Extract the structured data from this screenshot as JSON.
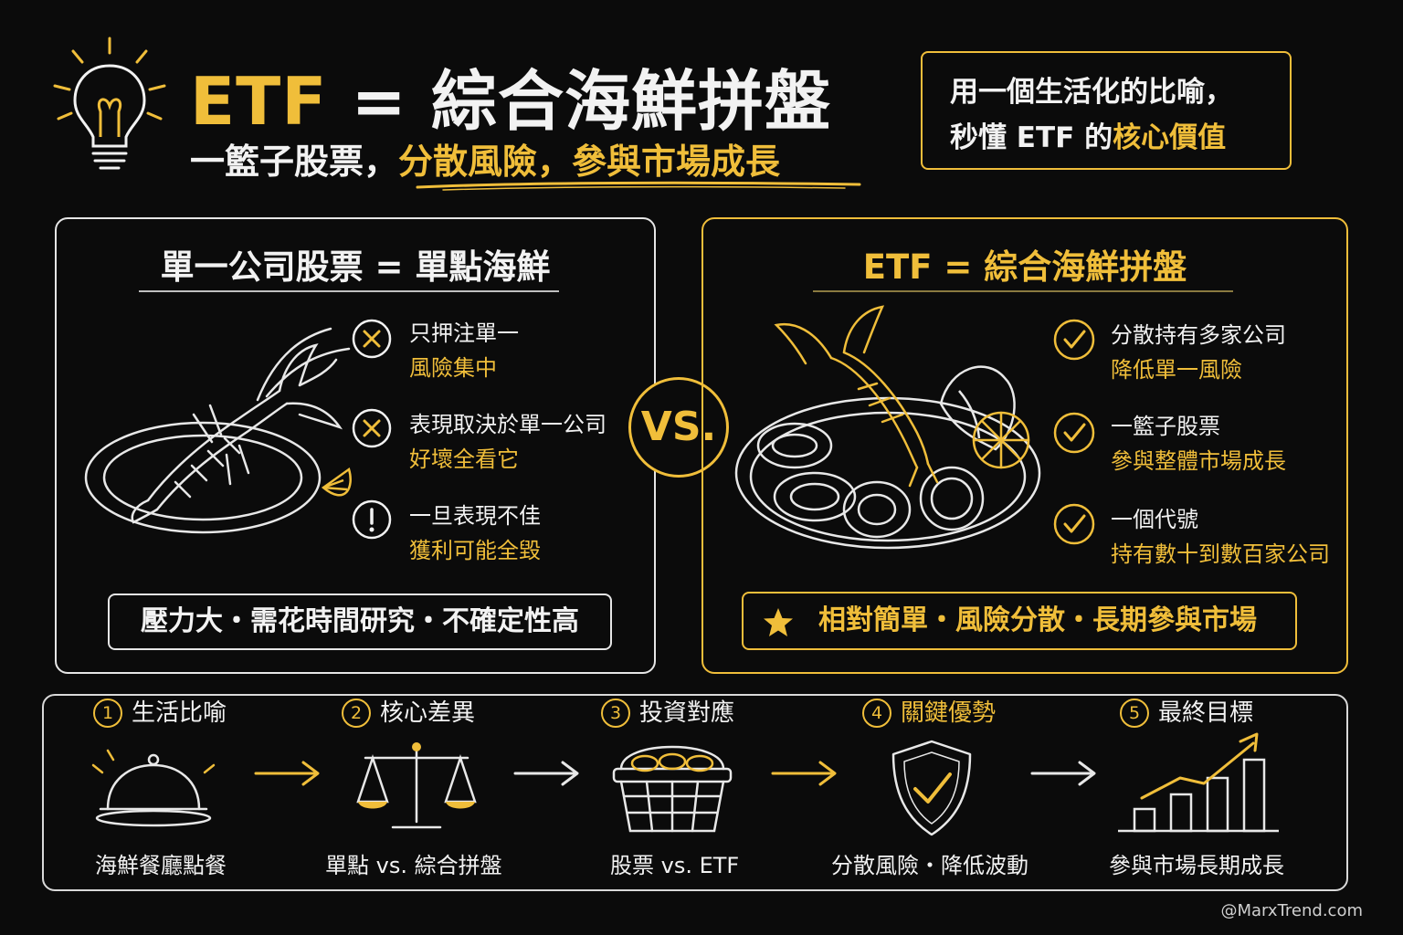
{
  "header": {
    "title_etf": "ETF",
    "title_eq": " = ",
    "title_rest": "綜合海鮮拼盤",
    "subtitle_a": "一籃子股票，",
    "subtitle_b": "分散風險，參與市場成長",
    "intro_line1": "用一個生活化的比喻，",
    "intro_line2a": "秒懂 ETF 的",
    "intro_line2b": "核心價值"
  },
  "left_panel": {
    "title": "單一公司股票 = 單點海鮮",
    "points": [
      {
        "icon": "x-circle-icon",
        "line1": "只押注單一",
        "line2": "風險集中"
      },
      {
        "icon": "x-circle-icon",
        "line1": "表現取決於單一公司",
        "line2": "好壞全看它"
      },
      {
        "icon": "exclamation-circle-icon",
        "line1": "一旦表現不佳",
        "line2": "獲利可能全毀"
      }
    ],
    "footer": "壓力大・需花時間研究・不確定性高"
  },
  "vs_label": "VS.",
  "right_panel": {
    "title": "ETF = 綜合海鮮拼盤",
    "points": [
      {
        "icon": "check-circle-icon",
        "line1": "分散持有多家公司",
        "line2": "降低單一風險"
      },
      {
        "icon": "check-circle-icon",
        "line1": "一籃子股票",
        "line2": "參與整體市場成長"
      },
      {
        "icon": "check-circle-icon",
        "line1": "一個代號",
        "line2": "持有數十到數百家公司"
      }
    ],
    "footer": "相對簡單・風險分散・長期參與市場"
  },
  "steps": [
    {
      "num": "1",
      "title": "生活比喻",
      "icon": "cloche-icon",
      "caption": "海鮮餐廳點餐"
    },
    {
      "num": "2",
      "title": "核心差異",
      "icon": "balance-scale-icon",
      "caption": "單點 vs. 綜合拼盤"
    },
    {
      "num": "3",
      "title": "投資對應",
      "icon": "basket-icon",
      "caption": "股票 vs. ETF"
    },
    {
      "num": "4",
      "title": "關鍵優勢",
      "icon": "shield-check-icon",
      "caption": "分散風險・降低波動"
    },
    {
      "num": "5",
      "title": "最終目標",
      "icon": "growth-chart-icon",
      "caption": "參與市場長期成長"
    }
  ],
  "credit": "@MarxTrend.com",
  "colors": {
    "accent": "#f0be3a",
    "background": "#0b0b0b",
    "text": "#f2f2f2"
  }
}
